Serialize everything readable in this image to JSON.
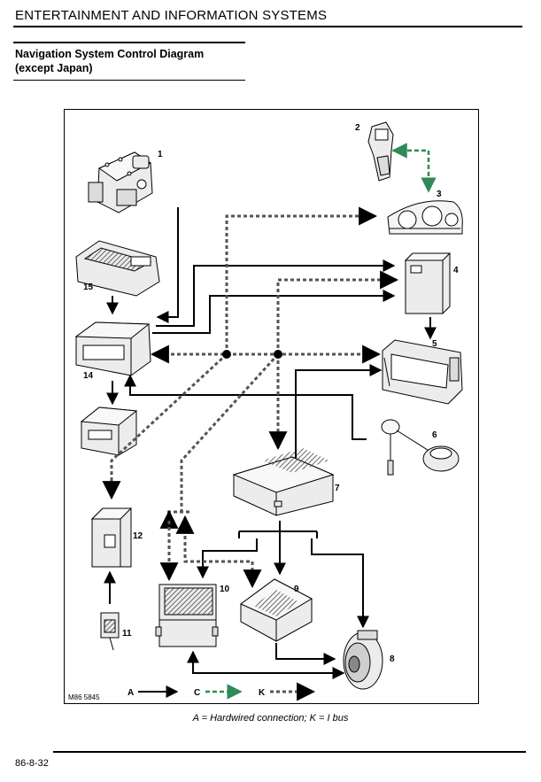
{
  "header": {
    "title": "ENTERTAINMENT AND INFORMATION SYSTEMS"
  },
  "section": {
    "title": "Navigation System Control Diagram (except Japan)"
  },
  "diagram": {
    "figure_code": "M86 5845",
    "component_numbers": [
      "1",
      "2",
      "3",
      "4",
      "5",
      "6",
      "7",
      "8",
      "9",
      "10",
      "11",
      "12",
      "14",
      "15"
    ],
    "legend": [
      {
        "key": "A",
        "style": "solid-black"
      },
      {
        "key": "C",
        "style": "dashed-green"
      },
      {
        "key": "K",
        "style": "dashed-black"
      }
    ],
    "colors": {
      "wire": "#000000",
      "ibus": "#555555",
      "green": "#2e8b57",
      "part_fill": "#ececec"
    }
  },
  "caption": "A = Hardwired connection; K = I bus",
  "page": {
    "number": "86-8-32"
  }
}
